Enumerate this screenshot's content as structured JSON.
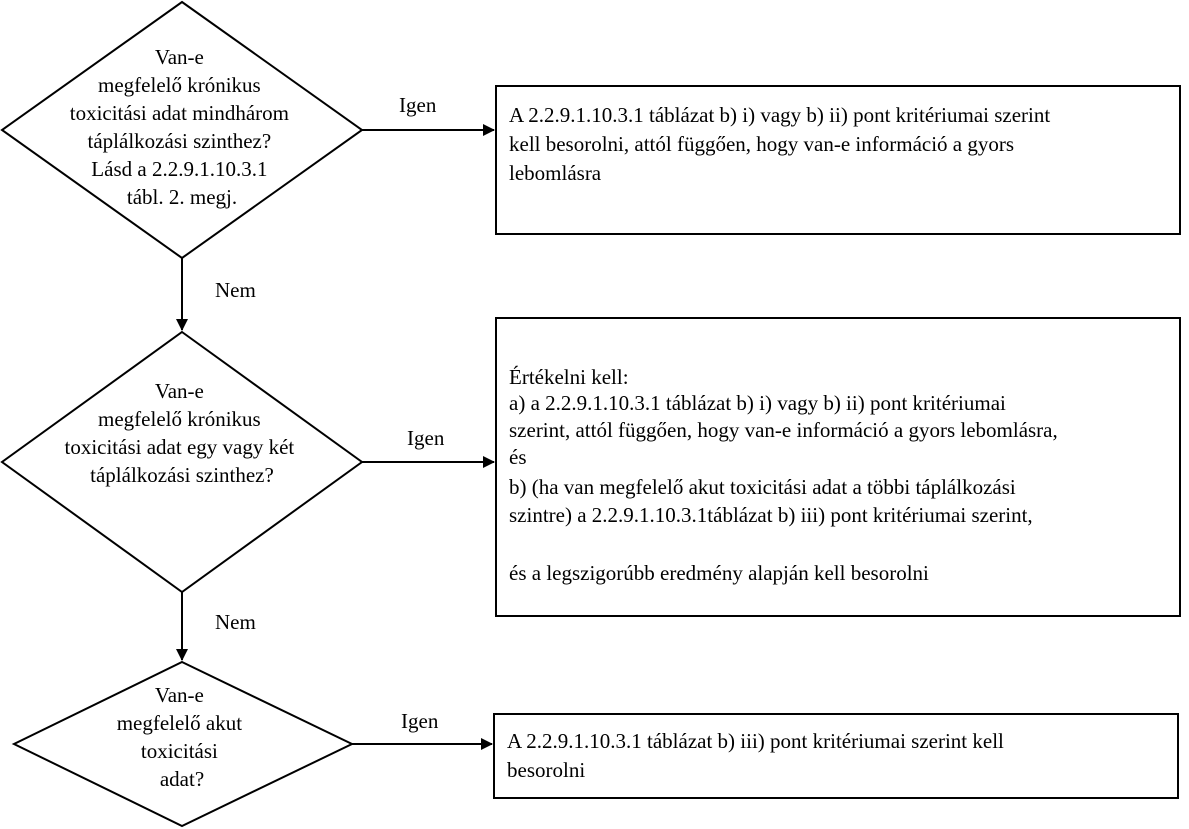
{
  "decisions": [
    {
      "lines": [
        "Van-e",
        "megfelelő krónikus",
        "toxicitási adat mindhárom",
        "táplálkozási szinthez?",
        "Lásd a 2.2.9.1.10.3.1",
        "tábl. 2. megj."
      ]
    },
    {
      "lines": [
        "Van-e",
        "megfelelő krónikus",
        "toxicitási adat egy vagy két",
        "táplálkozási szinthez?"
      ]
    },
    {
      "lines": [
        "Van-e",
        "megfelelő akut",
        "toxicitási",
        "adat?"
      ]
    }
  ],
  "outcomes": [
    {
      "lines": [
        "A 2.2.9.1.10.3.1 táblázat b) i) vagy b) ii) pont kritériumai szerint",
        "kell besorolni, attól függően, hogy van-e információ a gyors",
        "lebomlásra"
      ]
    },
    {
      "lines": [
        "Értékelni kell:",
        "a)  a 2.2.9.1.10.3.1 táblázat b) i) vagy b) ii) pont kritériumai",
        "szerint, attól függően, hogy van-e információ a gyors lebomlásra,",
        "és",
        "b)  (ha van megfelelő akut toxicitási adat a többi táplálkozási",
        "szintre) a  2.2.9.1.10.3.1táblázat b) iii) pont kritériumai szerint,",
        "",
        "és a legszigorúbb eredmény alapján kell besorolni"
      ]
    },
    {
      "lines": [
        "A  2.2.9.1.10.3.1 táblázat b) iii) pont kritériumai szerint kell",
        "besorolni"
      ]
    }
  ],
  "edge_labels": {
    "yes": "Igen",
    "no": "Nem"
  },
  "colors": {
    "stroke": "#000000",
    "background": "#ffffff"
  }
}
